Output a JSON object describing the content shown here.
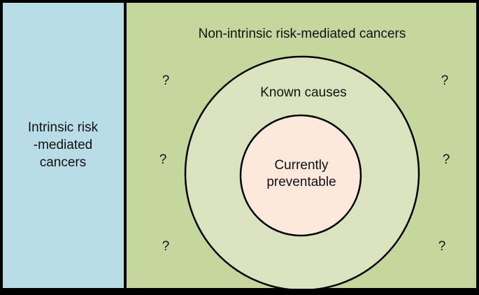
{
  "colors": {
    "intrinsic_fill": "#b8dde6",
    "non_intrinsic_fill": "#c5d79c",
    "known_causes_fill": "#d9e4bf",
    "preventable_fill": "#fde8dc",
    "stroke": "#000000"
  },
  "intrinsic": {
    "label_line1": "Intrinsic risk",
    "label_line2": "-mediated",
    "label_line3": "cancers"
  },
  "non_intrinsic": {
    "label": "Non-intrinsic risk-mediated cancers",
    "unknown_marker": "?"
  },
  "known_causes": {
    "label": "Known causes"
  },
  "preventable": {
    "label_line1": "Currently",
    "label_line2": "preventable"
  }
}
